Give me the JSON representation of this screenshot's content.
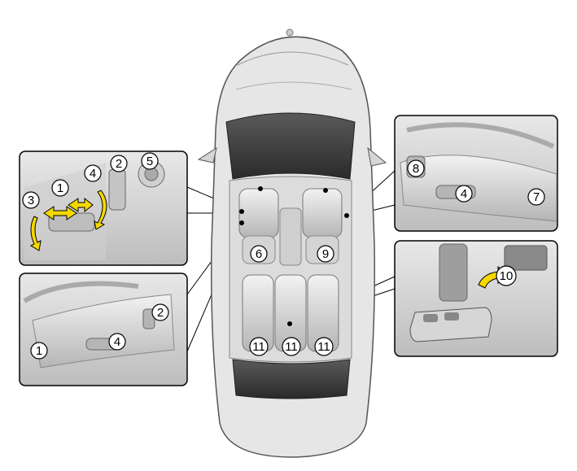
{
  "diagram": {
    "callouts": {
      "c1": "1",
      "c2": "2",
      "c3": "3",
      "c4": "4",
      "c5": "5",
      "c6": "6",
      "c7": "7",
      "c8": "8",
      "c9": "9",
      "c10": "10",
      "c11": "11"
    },
    "colors": {
      "panel_bg": "#d9d9d9",
      "car_body": "#e6e6e6",
      "glass": "#3a3a3a",
      "arrow_yellow": "#f5d800",
      "outline": "#000000"
    }
  }
}
